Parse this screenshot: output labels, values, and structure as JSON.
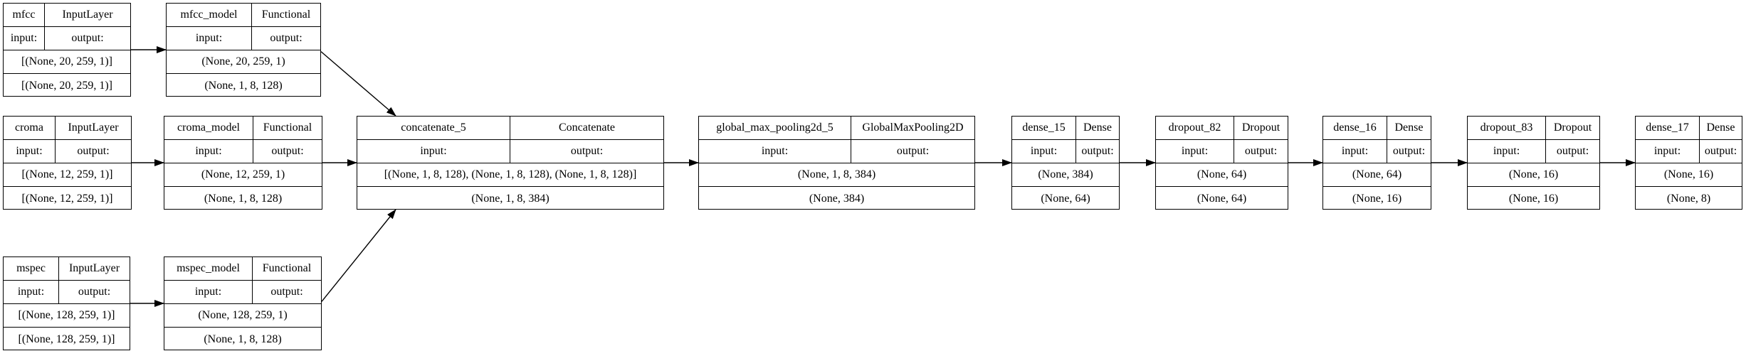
{
  "nodes": {
    "mfcc": {
      "name": "mfcc",
      "type": "InputLayer",
      "input_label": "input:",
      "output_label": "output:",
      "input_shape": "[(None, 20, 259, 1)]",
      "output_shape": "[(None, 20, 259, 1)]"
    },
    "croma": {
      "name": "croma",
      "type": "InputLayer",
      "input_label": "input:",
      "output_label": "output:",
      "input_shape": "[(None, 12, 259, 1)]",
      "output_shape": "[(None, 12, 259, 1)]"
    },
    "mspec": {
      "name": "mspec",
      "type": "InputLayer",
      "input_label": "input:",
      "output_label": "output:",
      "input_shape": "[(None, 128, 259, 1)]",
      "output_shape": "[(None, 128, 259, 1)]"
    },
    "mfcc_model": {
      "name": "mfcc_model",
      "type": "Functional",
      "input_label": "input:",
      "output_label": "output:",
      "input_shape": "(None, 20, 259, 1)",
      "output_shape": "(None, 1, 8, 128)"
    },
    "croma_model": {
      "name": "croma_model",
      "type": "Functional",
      "input_label": "input:",
      "output_label": "output:",
      "input_shape": "(None, 12, 259, 1)",
      "output_shape": "(None, 1, 8, 128)"
    },
    "mspec_model": {
      "name": "mspec_model",
      "type": "Functional",
      "input_label": "input:",
      "output_label": "output:",
      "input_shape": "(None, 128, 259, 1)",
      "output_shape": "(None, 1, 8, 128)"
    },
    "concatenate_5": {
      "name": "concatenate_5",
      "type": "Concatenate",
      "input_label": "input:",
      "output_label": "output:",
      "input_shape": "[(None, 1, 8, 128), (None, 1, 8, 128), (None, 1, 8, 128)]",
      "output_shape": "(None, 1, 8, 384)"
    },
    "global_max_pooling2d_5": {
      "name": "global_max_pooling2d_5",
      "type": "GlobalMaxPooling2D",
      "input_label": "input:",
      "output_label": "output:",
      "input_shape": "(None, 1, 8, 384)",
      "output_shape": "(None, 384)"
    },
    "dense_15": {
      "name": "dense_15",
      "type": "Dense",
      "input_label": "input:",
      "output_label": "output:",
      "input_shape": "(None, 384)",
      "output_shape": "(None, 64)"
    },
    "dropout_82": {
      "name": "dropout_82",
      "type": "Dropout",
      "input_label": "input:",
      "output_label": "output:",
      "input_shape": "(None, 64)",
      "output_shape": "(None, 64)"
    },
    "dense_16": {
      "name": "dense_16",
      "type": "Dense",
      "input_label": "input:",
      "output_label": "output:",
      "input_shape": "(None, 64)",
      "output_shape": "(None, 16)"
    },
    "dropout_83": {
      "name": "dropout_83",
      "type": "Dropout",
      "input_label": "input:",
      "output_label": "output:",
      "input_shape": "(None, 16)",
      "output_shape": "(None, 16)"
    },
    "dense_17": {
      "name": "dense_17",
      "type": "Dense",
      "input_label": "input:",
      "output_label": "output:",
      "input_shape": "(None, 16)",
      "output_shape": "(None, 8)"
    }
  },
  "edges": [
    {
      "from": "mfcc",
      "to": "mfcc_model"
    },
    {
      "from": "croma",
      "to": "croma_model"
    },
    {
      "from": "mspec",
      "to": "mspec_model"
    },
    {
      "from": "mfcc_model",
      "to": "concatenate_5"
    },
    {
      "from": "croma_model",
      "to": "concatenate_5"
    },
    {
      "from": "mspec_model",
      "to": "concatenate_5"
    },
    {
      "from": "concatenate_5",
      "to": "global_max_pooling2d_5"
    },
    {
      "from": "global_max_pooling2d_5",
      "to": "dense_15"
    },
    {
      "from": "dense_15",
      "to": "dropout_82"
    },
    {
      "from": "dropout_82",
      "to": "dense_16"
    },
    {
      "from": "dense_16",
      "to": "dropout_83"
    },
    {
      "from": "dropout_83",
      "to": "dense_17"
    }
  ],
  "colors": {
    "stroke": "#000000",
    "background": "#ffffff"
  }
}
